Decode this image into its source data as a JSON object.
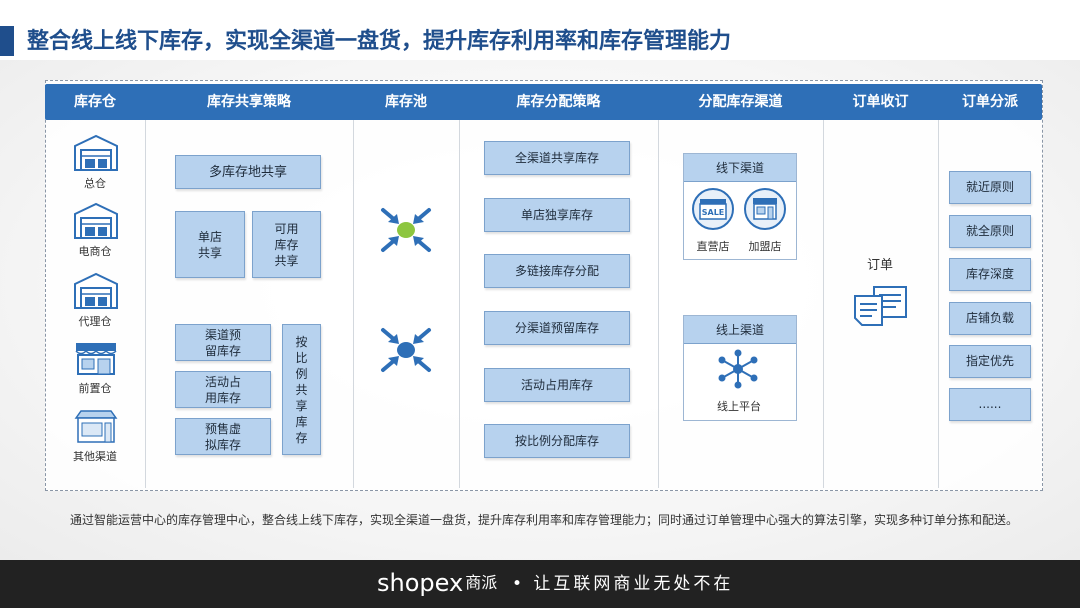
{
  "title": "整合线上线下库存，实现全渠道一盘货，提升库存利用率和库存管理能力",
  "headers": [
    "库存仓",
    "库存共享策略",
    "库存池",
    "库存分配策略",
    "分配库存渠道",
    "订单收订",
    "订单分派"
  ],
  "warehouses": [
    {
      "label": "总仓",
      "icon": "warehouse-icon"
    },
    {
      "label": "电商仓",
      "icon": "warehouse-icon"
    },
    {
      "label": "代理仓",
      "icon": "warehouse-icon"
    },
    {
      "label": "前置仓",
      "icon": "storefront-icon"
    },
    {
      "label": "其他渠道",
      "icon": "shop-icon"
    }
  ],
  "sharing": {
    "multi": "多库存地共享",
    "single_store": [
      "单店",
      "共享"
    ],
    "available": [
      "可用",
      "库存",
      "共享"
    ],
    "channel_reserve": [
      "渠道预",
      "留库存"
    ],
    "activity": [
      "活动占",
      "用库存"
    ],
    "presale": [
      "预售虚",
      "拟库存"
    ],
    "ratio": [
      "按",
      "比",
      "例",
      "共",
      "享",
      "库",
      "存"
    ]
  },
  "allocation": [
    "全渠道共享库存",
    "单店独享库存",
    "多链接库存分配",
    "分渠道预留库存",
    "活动占用库存",
    "按比例分配库存"
  ],
  "channels": {
    "offline": {
      "title": "线下渠道",
      "direct": "直营店",
      "franchise": "加盟店",
      "sale_text": "SALE"
    },
    "online": {
      "title": "线上渠道",
      "platform": "线上平台"
    }
  },
  "order_receive": {
    "label": "订单"
  },
  "dispatch": [
    "就近原则",
    "就全原则",
    "库存深度",
    "店铺负载",
    "指定优先",
    "......"
  ],
  "caption": "通过智能运营中心的库存管理中心，整合线上线下库存，实现全渠道一盘货，提升库存利用率和库存管理能力；同时通过订单管理中心强大的算法引擎，实现多种订单分拣和配送。",
  "footer": {
    "brand": "shopex",
    "brand_cn": "商派",
    "slogan": "• 让互联网商业无处不在"
  },
  "colors": {
    "accent": "#2e6fb7",
    "title": "#1f4e8c",
    "box": "#b7d2ee",
    "pool_green": "#8dc63f",
    "pool_blue": "#2e6fb7"
  }
}
